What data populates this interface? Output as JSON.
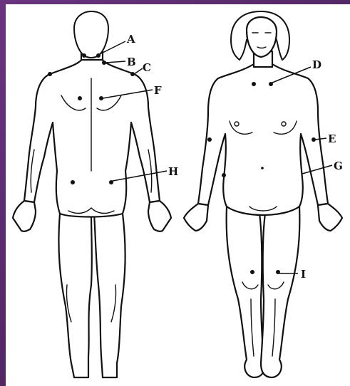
{
  "labels": {
    "a": "A",
    "b": "B",
    "c": "C",
    "d": "D",
    "e": "E",
    "f": "F",
    "g": "G",
    "h": "H",
    "i": "I"
  },
  "colors": {
    "frame": "#5b2c6f",
    "ink": "#111111",
    "panel": "#ffffff"
  }
}
